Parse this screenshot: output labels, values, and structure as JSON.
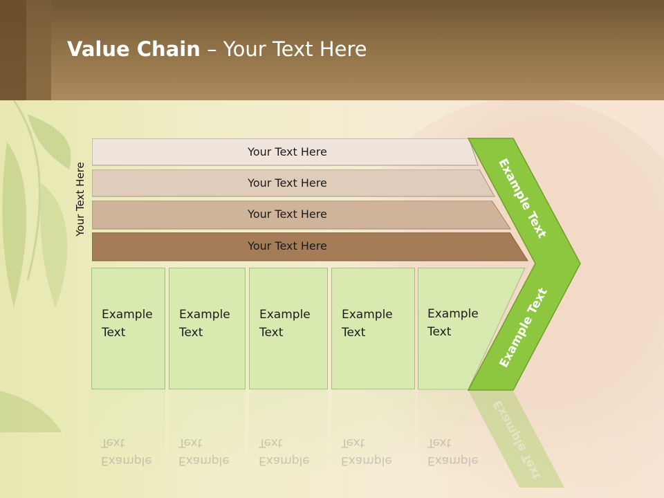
{
  "slide": {
    "title_bold": "Value Chain",
    "title_rest": " – Your Text Here",
    "vertical_label": "Your Text Here"
  },
  "bars": [
    {
      "label": "Your Text Here",
      "color": "#efe5dd"
    },
    {
      "label": "Your Text Here",
      "color": "#e0ccbb"
    },
    {
      "label": "Your Text Here",
      "color": "#cfb39a"
    },
    {
      "label": "Your Text Here",
      "color": "#a47d58"
    }
  ],
  "boxes": [
    {
      "line1": "Example",
      "line2": "Text"
    },
    {
      "line1": "Example",
      "line2": "Text"
    },
    {
      "line1": "Example",
      "line2": "Text"
    },
    {
      "line1": "Example",
      "line2": "Text"
    },
    {
      "line1": "Example",
      "line2": "Text"
    }
  ],
  "chevron": {
    "upper_label": "Example Text",
    "lower_label": "Example Text",
    "color": "#8dc63f"
  },
  "colors": {
    "header": "#8e7046",
    "box_fill": "#d9eab1",
    "title_text": "#ffffff"
  }
}
